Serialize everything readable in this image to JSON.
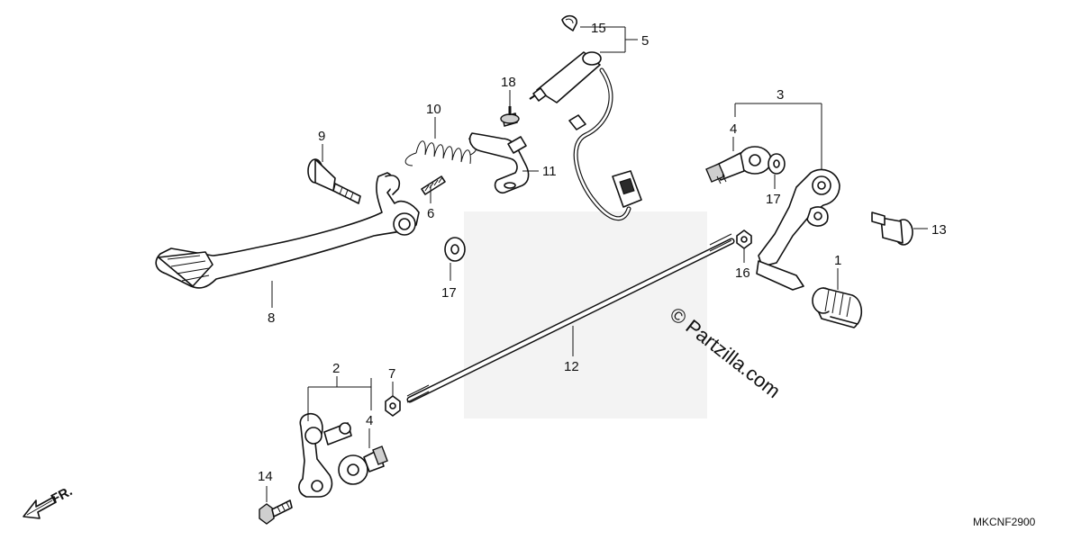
{
  "diagram": {
    "callouts": {
      "c1": "1",
      "c2": "2",
      "c3": "3",
      "c4a": "4",
      "c4b": "4",
      "c5": "5",
      "c6": "6",
      "c7": "7",
      "c8": "8",
      "c9": "9",
      "c10": "10",
      "c11": "11",
      "c12": "12",
      "c13": "13",
      "c14": "14",
      "c15": "15",
      "c16": "16",
      "c17a": "17",
      "c17b": "17",
      "c18": "18"
    },
    "front_indicator": "FR.",
    "watermark": "© Partzilla.com",
    "diagram_code": "MKCNF2900"
  }
}
